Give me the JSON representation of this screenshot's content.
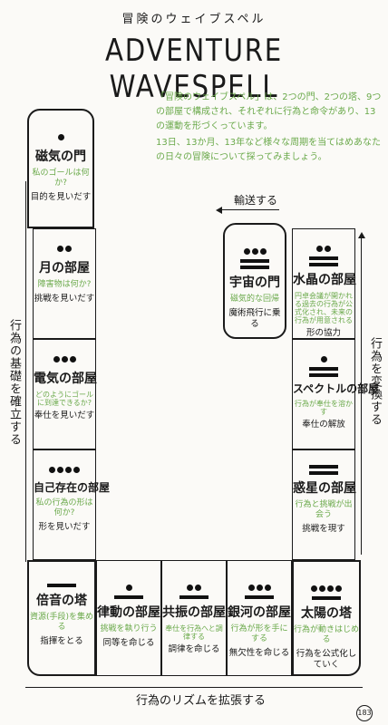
{
  "header": {
    "subtitle": "冒険のウェイブスペル",
    "title": "ADVENTURE WAVESPELL"
  },
  "intro": {
    "p1": "「冒険のウェイブスペル」は、2つの門、2つの塔、9つの部屋で構成され、それぞれに行為と命令があり、13の運動を形づくっています。",
    "p2": "13日、13か月、13年など様々な周期を当てはめあなたの日々の冒険について探ってみましょう。"
  },
  "labels": {
    "top": "輸送する",
    "left": "行為の基礎を確立する",
    "right": "行為を変換する",
    "bottom": "行為のリズムを拡張する"
  },
  "cells": [
    {
      "id": "c1",
      "glyph": "1",
      "name": "磁気の門",
      "q": "私のゴールは何か?",
      "a": "目的を見いだす"
    },
    {
      "id": "c2",
      "glyph": "2",
      "name": "月の部屋",
      "q": "障害物は何か?",
      "a": "挑戦を見いだす"
    },
    {
      "id": "c3",
      "glyph": "3",
      "name": "電気の部屋",
      "q": "どのようにゴールに到達できるか?",
      "a": "奉仕を見いだす"
    },
    {
      "id": "c4",
      "glyph": "4",
      "name": "自己存在の部屋",
      "q": "私の行為の形は何か?",
      "a": "形を見いだす"
    },
    {
      "id": "c5",
      "glyph": "5",
      "name": "倍音の塔",
      "q": "資源(手段)を集める",
      "a": "指揮をとる"
    },
    {
      "id": "c6",
      "glyph": "6",
      "name": "律動の部屋",
      "q": "挑戦を執り行う",
      "a": "同等を命じる"
    },
    {
      "id": "c7",
      "glyph": "7",
      "name": "共振の部屋",
      "q": "奉仕を行為へと調律する",
      "a": "調律を命じる"
    },
    {
      "id": "c8",
      "glyph": "8",
      "name": "銀河の部屋",
      "q": "行為が形を手にする",
      "a": "無欠性を命じる"
    },
    {
      "id": "c9",
      "glyph": "9",
      "name": "太陽の塔",
      "q": "行為が動きはじめる",
      "a": "行為を公式化していく"
    },
    {
      "id": "c10",
      "glyph": "10",
      "name": "惑星の部屋",
      "q": "行為と挑戦が出会う",
      "a": "挑戦を現す"
    },
    {
      "id": "c11",
      "glyph": "11",
      "name": "スペクトルの部屋",
      "q": "行為が奉仕を溶かす",
      "a": "奉仕の解放"
    },
    {
      "id": "c12",
      "glyph": "12",
      "name": "水晶の部屋",
      "q": "円卓会議が開かれる過去の行為が公式化され、未来の行為が用意される",
      "a": "形の協力"
    },
    {
      "id": "c13",
      "glyph": "13",
      "name": "宇宙の門",
      "q": "磁気的な回帰",
      "a": "魔術飛行に乗る"
    }
  ],
  "page_number": "183"
}
